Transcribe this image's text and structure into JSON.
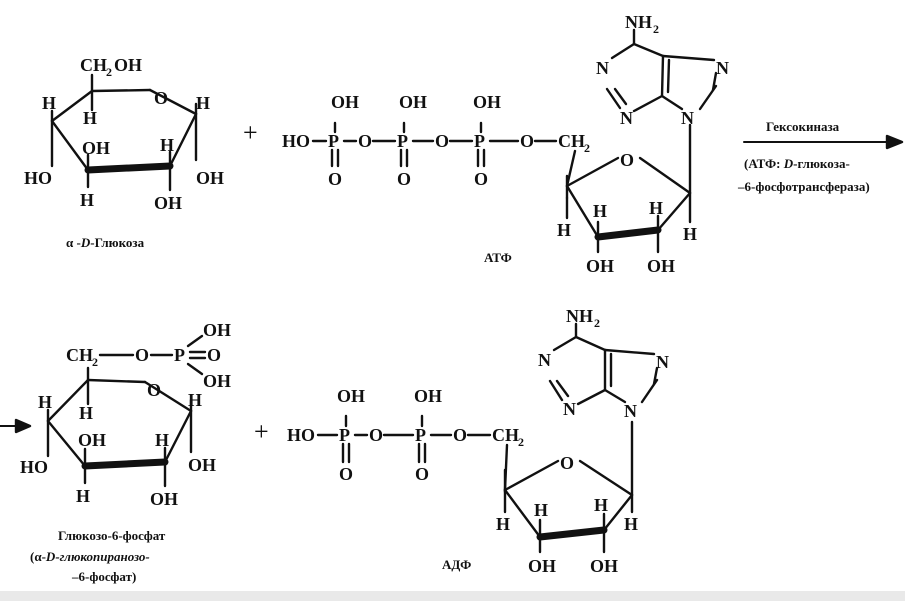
{
  "reaction": {
    "plus1": "+",
    "plus2": "+",
    "enzyme_name": "Гексокиназа",
    "enzyme_full_1a": "(АТФ: ",
    "enzyme_full_1b": "D",
    "enzyme_full_1c": "-глюкоза-",
    "enzyme_full_2": "–6-фосфотрансфераза)"
  },
  "glucose": {
    "caption_a": "α -",
    "caption_b": "D",
    "caption_c": "-Глюкоза"
  },
  "atp": {
    "caption": "АТФ"
  },
  "g6p": {
    "caption_1": "Глюкозо-6-фосфат",
    "caption_2a": "(α-",
    "caption_2b": "D",
    "caption_2c": "-глюкопиранозо-",
    "caption_3": "–6-фосфат)"
  },
  "adp": {
    "caption": "АДФ"
  },
  "atoms": {
    "H": "H",
    "OH": "OH",
    "HO": "HO",
    "O": "O",
    "P": "P",
    "N": "N",
    "CH": "CH",
    "two": "2",
    "NH": "NH"
  }
}
